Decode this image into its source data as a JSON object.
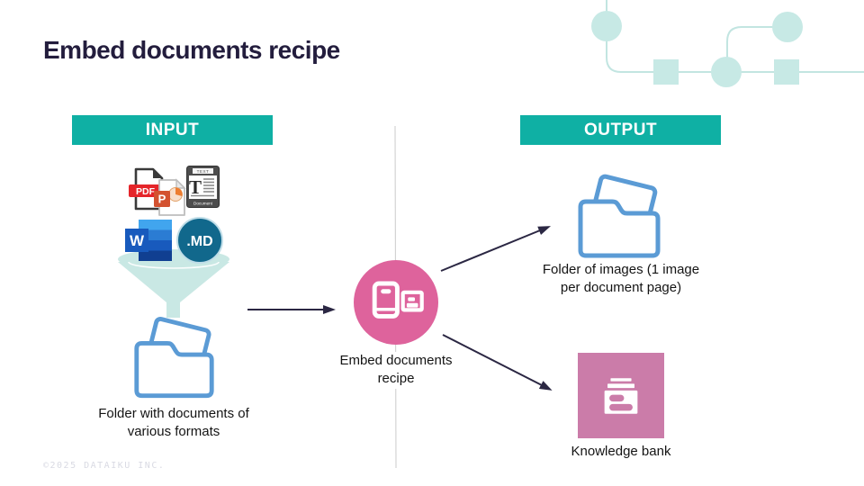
{
  "slide": {
    "title": "Embed documents recipe",
    "copyright": "©2025 DATAIKU INC."
  },
  "headers": {
    "input": "INPUT",
    "output": "OUTPUT"
  },
  "nodes": {
    "input_folder_caption": "Folder with documents of various formats",
    "recipe_caption": "Embed documents recipe",
    "output_folder_caption": "Folder of images (1 image per document page)",
    "knowledge_bank_caption": "Knowledge bank"
  },
  "file_icons": {
    "pdf_label": "PDF",
    "powerpoint_letter": "P",
    "text_doc_header": "TEXT",
    "text_doc_letter": "T",
    "text_doc_footer": "Document",
    "word_letter": "W",
    "markdown_label": ".MD"
  },
  "icons": {
    "pdf_file_icon": "page with red PDF ribbon",
    "powerpoint_file_icon": "page with orange P square and pie chart",
    "text_document_file_icon": "framed text document with large T",
    "word_file_icon": "blue W square with blue document",
    "markdown_file_icon": "dark teal circle with .MD",
    "funnel_icon": "light teal funnel",
    "folder_icon": "blue outlined folder with tilted sheet",
    "embed_recipe_icon": "white book and card on pink circle",
    "knowledge_bank_icon": "white stacked card drawer on pink square",
    "flow_decoration": "light teal flowchart of circles and squares"
  },
  "colors": {
    "header_teal": "#0FB0A4",
    "decoration_teal_fill": "#C7E9E5",
    "decoration_teal_line": "#C2E5E1",
    "funnel_teal": "#C9E8E4",
    "folder_blue": "#5B9BD5",
    "recipe_pink": "#DE639C",
    "knowledge_bank_pink": "#CB7CA9",
    "arrow_navy": "#2B2743",
    "title_navy": "#231D3D",
    "divider_gray": "#CBCBCB"
  }
}
